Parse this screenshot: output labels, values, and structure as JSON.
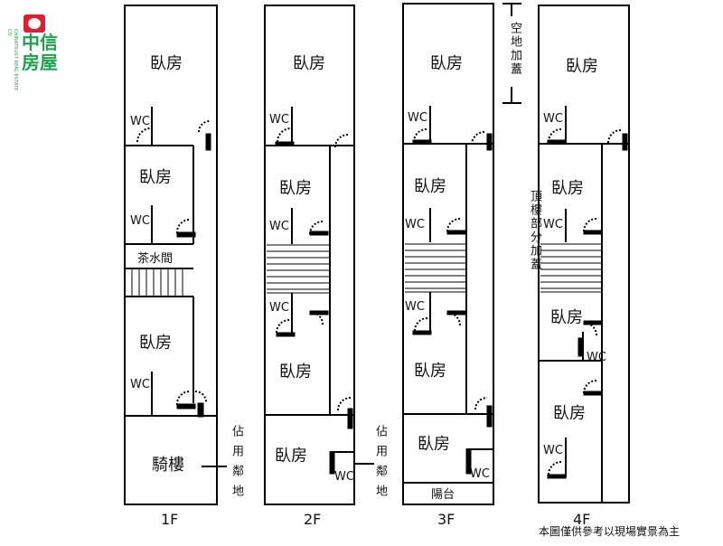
{
  "logo": {
    "name": "中信房屋",
    "english_lines": [
      "CHINATRUST",
      "REAL ESTATE CO."
    ]
  },
  "floors": [
    {
      "floor": "1F",
      "rooms": [
        "臥房",
        "臥房",
        "茶水間",
        "臥房",
        "騎樓"
      ],
      "wc": [
        "WC",
        "WC",
        "WC"
      ],
      "side_label": "佔用鄰地"
    },
    {
      "floor": "2F",
      "rooms": [
        "臥房",
        "臥房",
        "臥房",
        "臥房"
      ],
      "wc": [
        "WC",
        "WC",
        "WC",
        "WC"
      ],
      "side_label": "佔用鄰地"
    },
    {
      "floor": "3F",
      "rooms": [
        "臥房",
        "臥房",
        "臥房",
        "臥房",
        "陽台"
      ],
      "wc": [
        "WC",
        "WC",
        "WC",
        "WC"
      ],
      "side_label": "空地加蓋"
    },
    {
      "floor": "4F",
      "rooms": [
        "臥房",
        "臥房",
        "臥房",
        "臥房"
      ],
      "wc": [
        "WC",
        "WC",
        "WC",
        "WC"
      ],
      "side_label": "頂樓部分加蓋"
    }
  ],
  "note": "本圖僅供參考以現場實景為主"
}
